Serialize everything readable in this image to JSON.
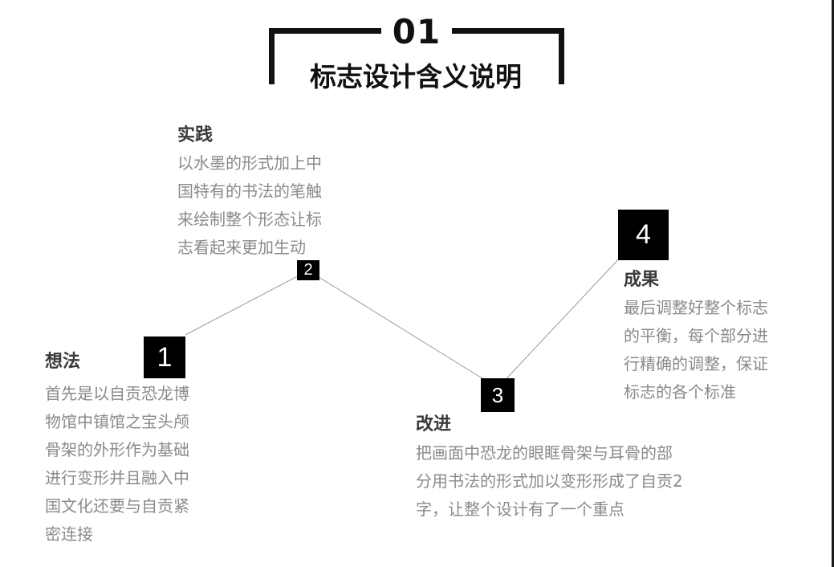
{
  "header": {
    "number": "01",
    "title": "标志设计含义说明"
  },
  "steps": [
    {
      "number": "1",
      "title": "想法",
      "description_lines": [
        "首先是以自贡恐龙博",
        "物馆中镇馆之宝头颅",
        "骨架的外形作为基础",
        "进行变形并且融入中",
        "国文化还要与自贡紧",
        "密连接"
      ]
    },
    {
      "number": "2",
      "title": "实践",
      "description_lines": [
        "以水墨的形式加上中",
        "国特有的书法的笔触",
        "来绘制整个形态让标",
        "志看起来更加生动"
      ]
    },
    {
      "number": "3",
      "title": "改进",
      "description_lines": [
        "把画面中恐龙的眼眶骨架与耳骨的部",
        "分用书法的形式加以变形形成了自贡2",
        "字，让整个设计有了一个重点"
      ]
    },
    {
      "number": "4",
      "title": "成果",
      "description_lines": [
        "最后调整好整个标志",
        "的平衡，每个部分进",
        "行精确的调整，保证",
        "标志的各个标准"
      ]
    }
  ],
  "colors": {
    "box_fill": "#000000",
    "box_text": "#ffffff",
    "title_text": "#3a3a3a",
    "desc_text": "#8a8a8a",
    "connector_line": "#9a9a9a"
  }
}
